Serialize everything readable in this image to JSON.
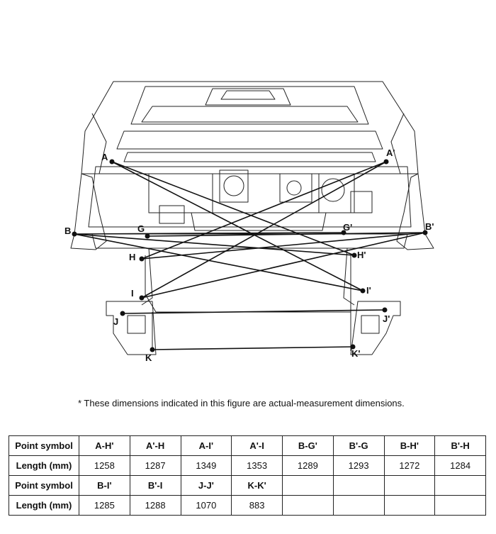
{
  "figure": {
    "points": {
      "A": "A",
      "A_prime": "A'",
      "B": "B",
      "B_prime": "B'",
      "G": "G",
      "G_prime": "G'",
      "H": "H",
      "H_prime": "H'",
      "I": "I",
      "I_prime": "I'",
      "J": "J",
      "J_prime": "J'",
      "K": "K",
      "K_prime": "K'"
    }
  },
  "note": "*  These dimensions indicated in this figure are actual-measurement dimensions.",
  "table": {
    "rows": [
      {
        "header": "Point symbol",
        "cells": [
          "A-H'",
          "A'-H",
          "A-I'",
          "A'-I",
          "B-G'",
          "B'-G",
          "B-H'",
          "B'-H"
        ]
      },
      {
        "header": "Length (mm)",
        "cells": [
          "1258",
          "1287",
          "1349",
          "1353",
          "1289",
          "1293",
          "1272",
          "1284"
        ]
      },
      {
        "header": "Point symbol",
        "cells": [
          "B-I'",
          "B'-I",
          "J-J'",
          "K-K'",
          "",
          "",
          "",
          ""
        ]
      },
      {
        "header": "Length (mm)",
        "cells": [
          "1285",
          "1288",
          "1070",
          "883",
          "",
          "",
          "",
          ""
        ]
      }
    ]
  }
}
